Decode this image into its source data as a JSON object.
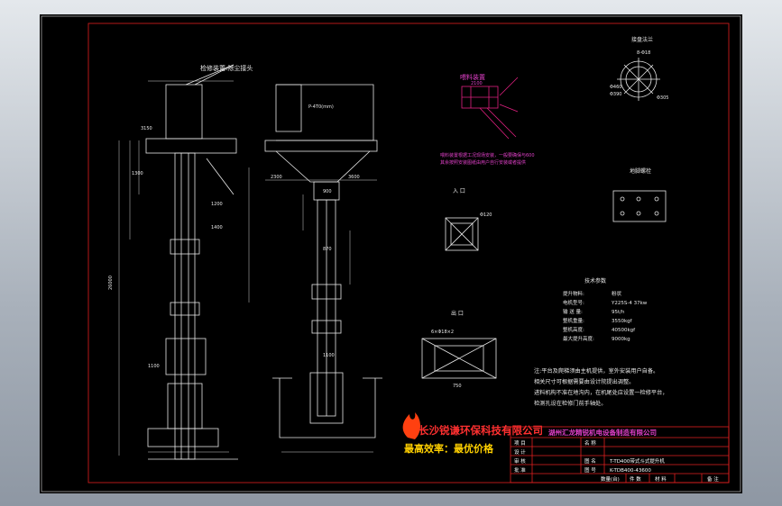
{
  "drawing": {
    "left_callout": "检修装置:除尘接头",
    "callout_section": "P-4T0(mm)",
    "dims_left": [
      "1300",
      "3150",
      "26000",
      "1100",
      "1200",
      "1400"
    ],
    "dims_mid": [
      "2300",
      "3600",
      "900",
      "870",
      "1100"
    ],
    "feed_title": "喂料装置",
    "feed_dim": "2100",
    "feed_note_1": "喂料装置根据工况现场安装，一般要确保与600",
    "feed_note_2": "其余按照安装图纸由用户自行安装或者提供",
    "flange_title": "接盘法兰",
    "flange_dims": [
      "8-Φ18",
      "Φ460",
      "Φ390",
      "Φ305"
    ],
    "base_title": "地脚螺栓",
    "inlet_title": "入 口",
    "inlet_dim": "Φ120",
    "outlet_title": "出 口",
    "outlet_dim": "6×Φ18×2",
    "bottom_dim": "750"
  },
  "specs": {
    "title": "技术参数",
    "rows": [
      {
        "label": "提升物料:",
        "value": "粉状"
      },
      {
        "label": "电机型号:",
        "value": "Y225S-4   37kw"
      },
      {
        "label": "输 送 量:",
        "value": "95t/h"
      },
      {
        "label": "整机重量:",
        "value": "3550kgf"
      },
      {
        "label": "整机高度:",
        "value": "40500kgf"
      },
      {
        "label": "最大提升高度:",
        "value": "9000kg"
      }
    ]
  },
  "notes": [
    "注:平台及爬梯须由主机提供，室外安装用户自备。",
    "   相关尺寸可根据需要由设计院提出调整。",
    "   进料机构不准在地沟内，在机尾处应设置一检修平台，",
    "   检测孔设在检修门前手轴处。"
  ],
  "watermark": {
    "company": "长沙锐谦环保科技有限公司",
    "slogan": "最高效率：最优价格"
  },
  "title_block": {
    "company": "湖州汇龙精锐机电设备制造有限公司",
    "label_proj": "项 目",
    "label_name": "名 称",
    "label_figure": "图 名",
    "label_number": "图 号",
    "label_design": "设 计",
    "label_check": "审 核",
    "label_approve": "批 准",
    "drawing_name": "T-TD400带式斗式提升机",
    "drawing_no": "K-TDB400-43600",
    "bottom_cells": [
      "数量(台)",
      "件 数",
      "材 料",
      "备 注"
    ]
  }
}
